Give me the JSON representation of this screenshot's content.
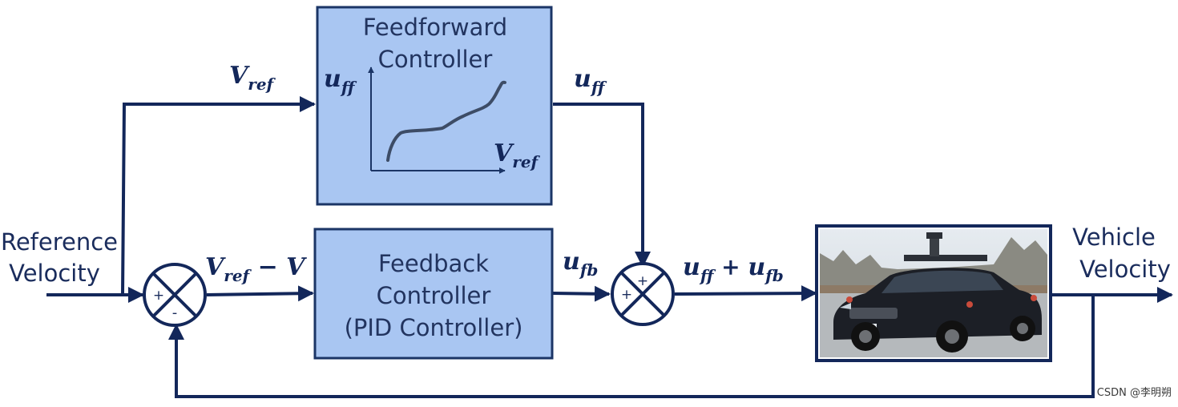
{
  "inputs": {
    "reference_line1": "Reference",
    "reference_line2": "Velocity"
  },
  "outputs": {
    "vehicle_line1": "Vehicle",
    "vehicle_line2": "Velocity"
  },
  "feedforward": {
    "title_line1": "Feedforward",
    "title_line2": "Controller",
    "graph_y_main": "u",
    "graph_y_sub": "ff",
    "graph_x_main": "V",
    "graph_x_sub": "ref"
  },
  "feedback": {
    "line1": "Feedback",
    "line2": "Controller",
    "line3": "(PID Controller)"
  },
  "signals": {
    "vref_main": "V",
    "vref_sub": "ref",
    "uff_main": "u",
    "uff_sub": "ff",
    "error_main": "V",
    "error_sub": "ref",
    "error_rest": " − V",
    "ufb_main": "u",
    "ufb_sub": "fb",
    "sum_a_main": "u",
    "sum_a_sub": "ff",
    "sum_plus": " + ",
    "sum_b_main": "u",
    "sum_b_sub": "fb"
  },
  "summing_junction_1": {
    "plus": "+",
    "minus": "-"
  },
  "summing_junction_2": {
    "plus_top": "+",
    "plus_left": "+"
  },
  "watermark": {
    "text": "CSDN @李明朔"
  },
  "colors": {
    "line": "#13275a",
    "block_fill": "#a9c6f2",
    "block_stroke": "#1b3566"
  }
}
